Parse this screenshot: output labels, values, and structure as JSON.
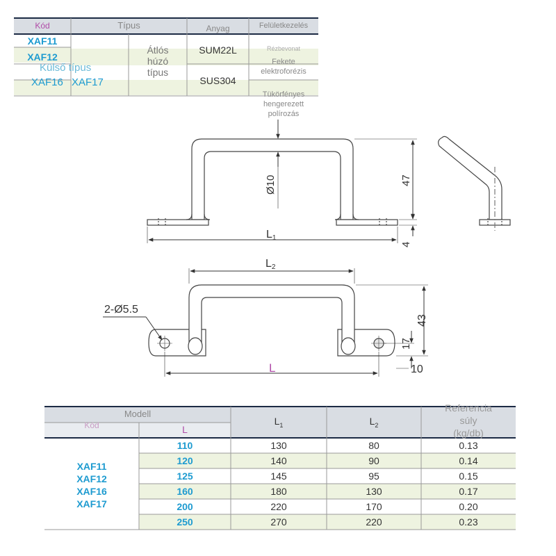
{
  "spec_table": {
    "headers": {
      "kod": "Kód",
      "tipus": "Típus",
      "anyag": "Anyag",
      "feluletkezeles": "Felületkezelés"
    },
    "codes": [
      "XAF11",
      "XAF12",
      "XAF16",
      "XAF17"
    ],
    "kulso_tipus": "Külső típus",
    "atlos": [
      "Átlós",
      "húzó",
      "típus"
    ],
    "materials": [
      "SUM22L",
      "SUS304"
    ],
    "finishes": [
      "Rézbevonat",
      "Fekete",
      "elektroforézis",
      "Tükörfényes",
      "hengerezett",
      "polírozás"
    ]
  },
  "drawing": {
    "diameter": "Ø10",
    "height_47": "47",
    "thickness_4": "4",
    "L1": "L",
    "L1_sub": "1",
    "L2": "L",
    "L2_sub": "2",
    "holes": "2-Ø5.5",
    "height_43": "43",
    "dim_17": "17",
    "dim_10": "10",
    "L": "L"
  },
  "dim_table": {
    "modell": "Modell",
    "kod": "Kód",
    "L": "L",
    "L1": "L",
    "L1_sub": "1",
    "L2": "L",
    "L2_sub": "2",
    "weight": [
      "Referencia",
      "súly",
      "(kg/db)"
    ],
    "codes": [
      "XAF11",
      "XAF12",
      "XAF16",
      "XAF17"
    ],
    "rows": [
      {
        "L": "110",
        "L1": "130",
        "L2": "80",
        "w": "0.13"
      },
      {
        "L": "120",
        "L1": "140",
        "L2": "90",
        "w": "0.14"
      },
      {
        "L": "125",
        "L1": "145",
        "L2": "95",
        "w": "0.15"
      },
      {
        "L": "160",
        "L1": "180",
        "L2": "130",
        "w": "0.17"
      },
      {
        "L": "200",
        "L1": "220",
        "L2": "170",
        "w": "0.20"
      },
      {
        "L": "250",
        "L1": "270",
        "L2": "220",
        "w": "0.23"
      }
    ]
  },
  "colors": {
    "accent": "#1e9bd0",
    "pink": "#b04ca8",
    "shade": "#eef3e0",
    "header": "#d9dde3"
  }
}
